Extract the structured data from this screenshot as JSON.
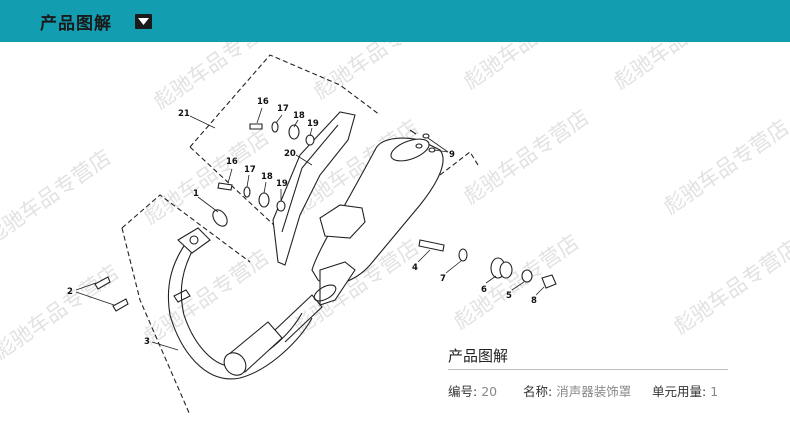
{
  "header": {
    "title": "产品图解",
    "toggle_icon": "caret-down-icon",
    "background": "#129db0"
  },
  "watermark": {
    "text": "彪驰车品专营店"
  },
  "diagram": {
    "callouts": {
      "c1": "1",
      "c2": "2",
      "c3": "3",
      "c4": "4",
      "c5": "5",
      "c6": "6",
      "c7": "7",
      "c8": "8",
      "c9": "9",
      "c16a": "16",
      "c17a": "17",
      "c18a": "18",
      "c19a": "19",
      "c16b": "16",
      "c17b": "17",
      "c18b": "18",
      "c19b": "19",
      "c20": "20",
      "c21": "21"
    }
  },
  "info": {
    "title": "产品图解",
    "number_label": "编号:",
    "number_value": "20",
    "name_label": "名称:",
    "name_value": "消声器装饰罩",
    "qty_label": "单元用量:",
    "qty_value": "1"
  }
}
